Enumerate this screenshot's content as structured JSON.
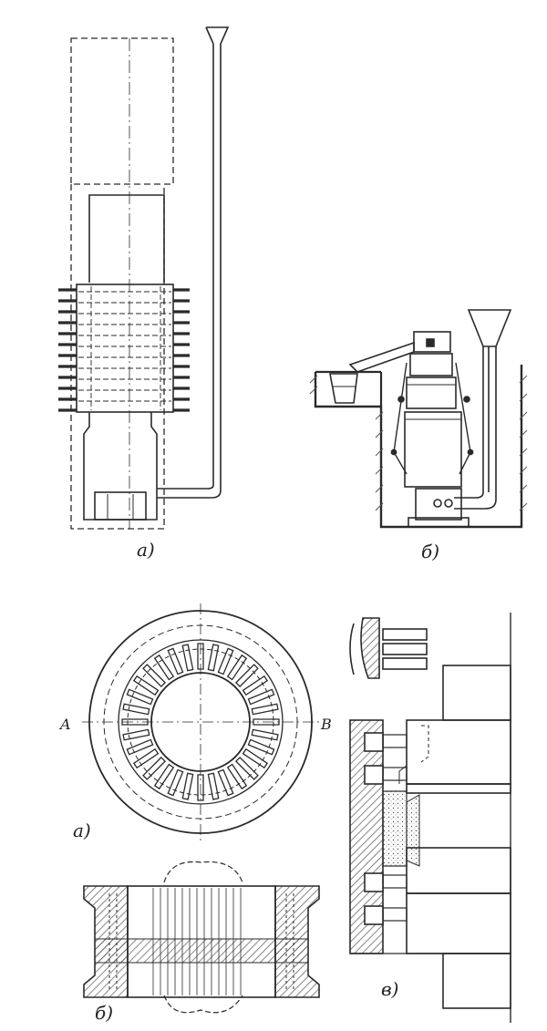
{
  "figure_top": {
    "panel_a": {
      "label": "a)"
    },
    "panel_b": {
      "label": "б)"
    }
  },
  "figure_bottom": {
    "panel_a": {
      "label": "a)",
      "section_left": "A",
      "section_right": "B"
    },
    "panel_b": {
      "label": "б)"
    },
    "panel_c": {
      "label": "в)"
    }
  },
  "colors": {
    "ink": "#2a2a2a",
    "paper": "#ffffff",
    "hatch": "#555555"
  }
}
